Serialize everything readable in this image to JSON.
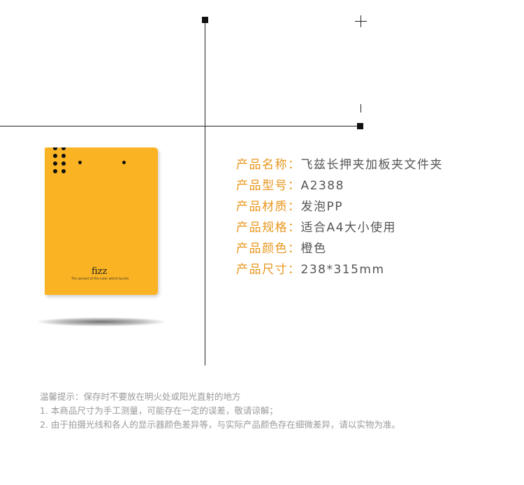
{
  "product": {
    "brand": "fizz",
    "tagline": "The spread of the color which bursts",
    "colors": {
      "folder": "#fab322",
      "label": "#e8961c",
      "value": "#555555",
      "note": "#9a9a9a"
    }
  },
  "specs": [
    {
      "label": "产品名称：",
      "value": "飞兹长押夹加板夹文件夹"
    },
    {
      "label": "产品型号：",
      "value": "A2388"
    },
    {
      "label": "产品材质：",
      "value": "发泡PP"
    },
    {
      "label": "产品规格：",
      "value": "适合A4大小使用"
    },
    {
      "label": "产品颜色：",
      "value": "橙色"
    },
    {
      "label": "产品尺寸：",
      "value": "238*315mm"
    }
  ],
  "notes": [
    "温馨提示：保存时不要放在明火处或阳光直射的地方",
    "1. 本商品尺寸为手工测量，可能存在一定的误差，敬请谅解；",
    "2. 由于拍摄光线和各人的显示器颜色差异等，与实际产品颜色存在细微差异，请以实物为准。"
  ]
}
